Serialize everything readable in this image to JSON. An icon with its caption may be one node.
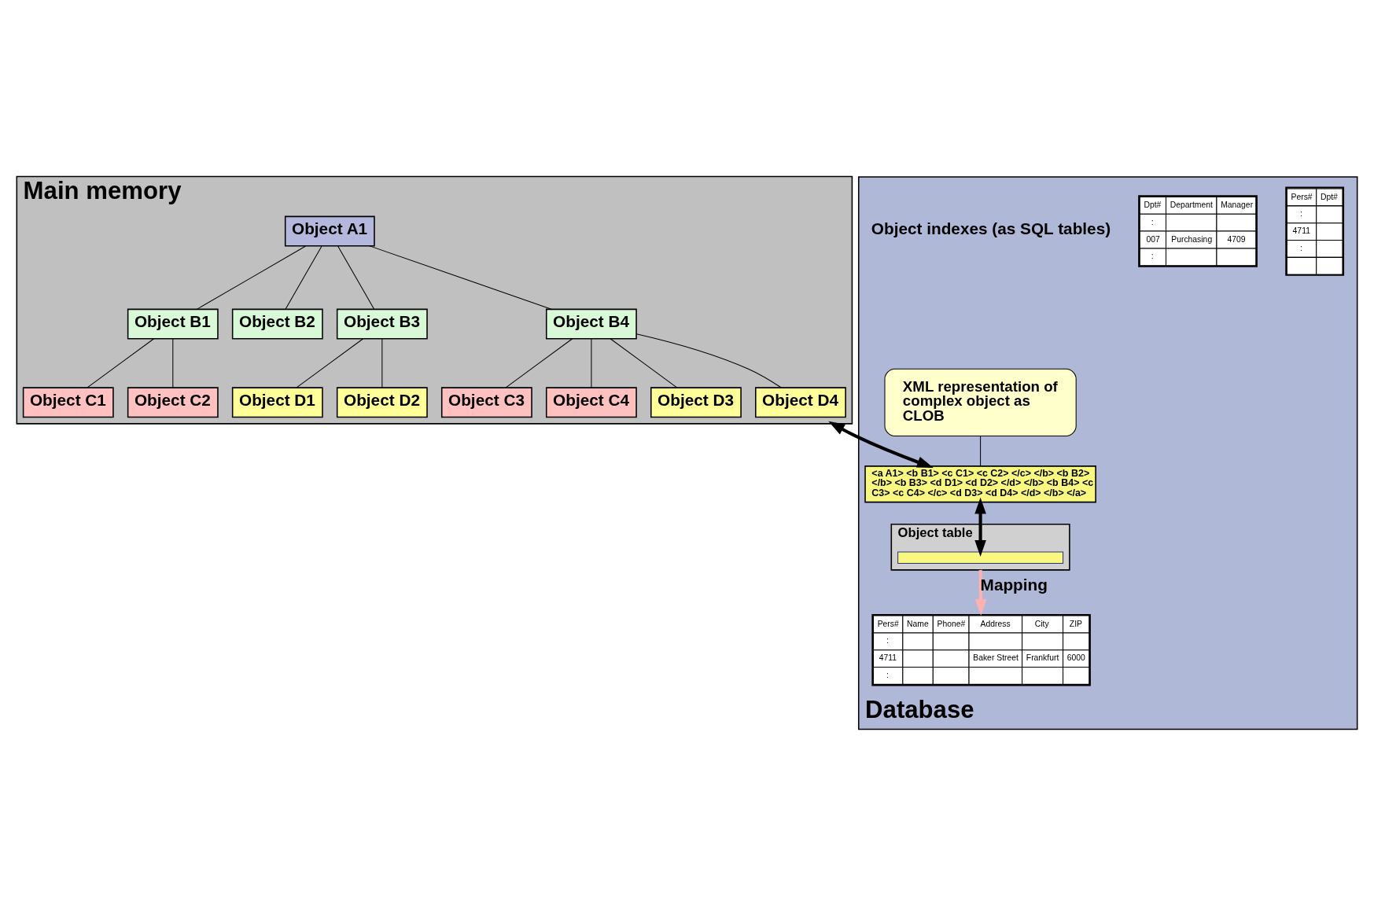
{
  "diagram": {
    "nodes": [
      {
        "text": [
          "Main memory"
        ]
      },
      {
        "text": [
          "Object A1"
        ],
        "in": 0
      },
      {
        "text": [
          "Object B1"
        ],
        "in": 0
      },
      {
        "text": [
          "Object B2"
        ],
        "in": 0
      },
      {
        "text": [
          "Object B3"
        ],
        "in": 0
      },
      {
        "text": [
          "Object B4"
        ],
        "in": 0
      },
      {
        "text": [
          "Object C1"
        ],
        "in": 0
      },
      {
        "text": [
          "Object C2"
        ],
        "in": 0
      },
      {
        "text": [
          "Object D1"
        ],
        "in": 0
      },
      {
        "text": [
          "Object D2"
        ],
        "in": 0
      },
      {
        "text": [
          "Object C3"
        ],
        "in": 0
      },
      {
        "text": [
          "Object C4"
        ],
        "in": 0
      },
      {
        "text": [
          "Object D3"
        ],
        "in": 0
      },
      {
        "text": [
          "Object D4"
        ],
        "in": 0
      },
      {
        "text": [
          "Database"
        ]
      },
      {
        "text": [
          "<a A1> <b B1> <c C1> <c C2> </c> </b> <b B2> </b> <b B3> <d D1> <d D2> </d> </b> <b B4> <c C3> <c C4> </c> <d D3> <d D4> </d> </b> </a>"
        ],
        "in": 14
      },
      {
        "text": [
          "XML representation of complex object as CLOB"
        ],
        "in": 14
      },
      {
        "text": [
          "Object table"
        ],
        "in": 14
      },
      {
        "text": [],
        "shape": "bar",
        "in": 17
      },
      {
        "text": [
          "Pers#",
          "Name",
          "Phone#",
          "Address",
          "City",
          "ZIP",
          ":",
          "4711",
          "Baker Street",
          "Frankfurt",
          "6000",
          ":"
        ],
        "in": 14
      },
      {
        "text": [
          "Pers#",
          "Dpt#",
          ":",
          "4711",
          ":"
        ],
        "in": 14
      },
      {
        "text": [
          "Dpt#",
          "Department",
          "Manager",
          ":",
          "007",
          "Purchasing",
          "4709",
          ":"
        ],
        "in": 14
      }
    ],
    "edges": [
      {
        "from": 1,
        "to": 2,
        "arrow": "none"
      },
      {
        "from": 1,
        "to": 3,
        "arrow": "none"
      },
      {
        "from": 1,
        "to": 4,
        "arrow": "none"
      },
      {
        "from": 1,
        "to": 5,
        "arrow": "none"
      },
      {
        "from": 2,
        "to": 6,
        "arrow": "none"
      },
      {
        "from": 2,
        "to": 7,
        "arrow": "none"
      },
      {
        "from": 4,
        "to": 8,
        "arrow": "none"
      },
      {
        "from": 4,
        "to": 9,
        "arrow": "none"
      },
      {
        "from": 5,
        "to": 10,
        "arrow": "none"
      },
      {
        "from": 5,
        "to": 11,
        "arrow": "none"
      },
      {
        "from": 5,
        "to": 12,
        "arrow": "none"
      },
      {
        "from": 5,
        "to": 13,
        "arrow": "none"
      },
      {
        "from": 0,
        "to": 15,
        "arrow": "both",
        "style": "thick"
      },
      {
        "from": 15,
        "to": 18,
        "arrow": "both",
        "style": "thick"
      },
      {
        "from": 16,
        "to": 15,
        "arrow": "none"
      },
      {
        "from": 17,
        "to": 19,
        "arrow": "to",
        "label": "Mapping",
        "style": "thick",
        "color": "#ffb0b0"
      }
    ],
    "labels": [
      "Object indexes (as SQL tables)"
    ]
  }
}
